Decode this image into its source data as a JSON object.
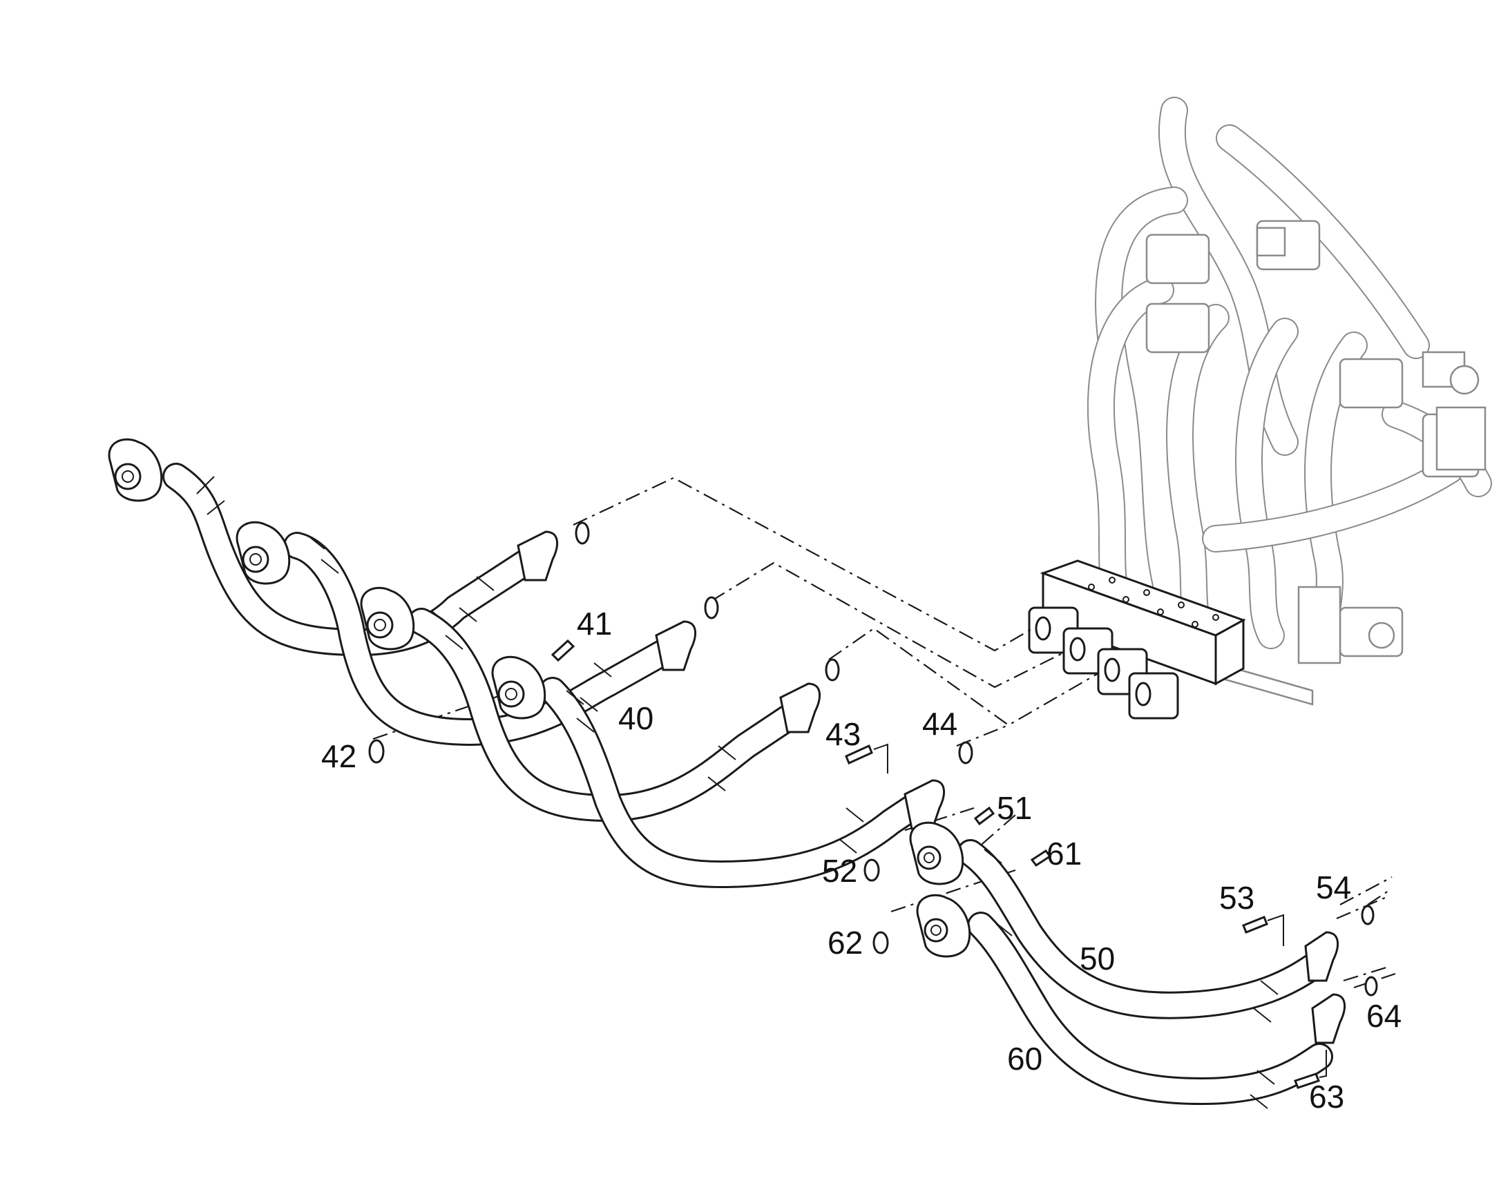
{
  "callouts": [
    {
      "id": "40",
      "text": "40"
    },
    {
      "id": "41",
      "text": "41"
    },
    {
      "id": "42",
      "text": "42"
    },
    {
      "id": "43",
      "text": "43"
    },
    {
      "id": "44",
      "text": "44"
    },
    {
      "id": "50",
      "text": "50"
    },
    {
      "id": "51",
      "text": "51"
    },
    {
      "id": "52",
      "text": "52"
    },
    {
      "id": "53",
      "text": "53"
    },
    {
      "id": "54",
      "text": "54"
    },
    {
      "id": "60",
      "text": "60"
    },
    {
      "id": "61",
      "text": "61"
    },
    {
      "id": "62",
      "text": "62"
    },
    {
      "id": "63",
      "text": "63"
    },
    {
      "id": "64",
      "text": "64"
    }
  ],
  "colors": {
    "line": "#1a1a1a",
    "background_assembly": "#8a8a8a",
    "paper": "#ffffff"
  }
}
